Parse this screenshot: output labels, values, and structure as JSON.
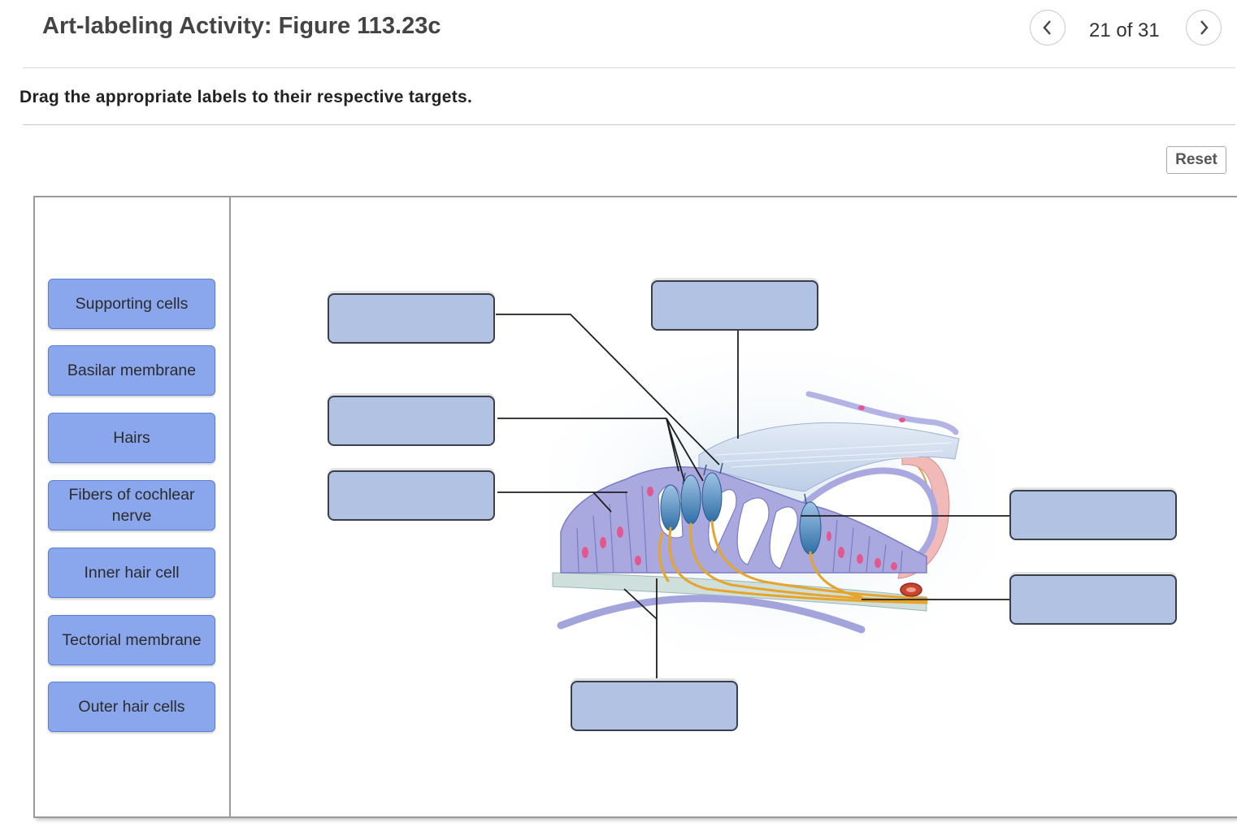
{
  "header": {
    "title": "Art-labeling Activity: Figure 113.23c",
    "counter": "21 of 31",
    "prev_icon": "chevron-left-icon",
    "next_icon": "chevron-right-icon"
  },
  "instructions": "Drag the appropriate labels to their respective targets.",
  "reset_label": "Reset",
  "labels": [
    "Supporting cells",
    "Basilar membrane",
    "Hairs",
    "Fibers of cochlear nerve",
    "Inner hair cell",
    "Tectorial membrane",
    "Outer hair cells"
  ],
  "colors": {
    "label_fill": "#8aa6ec",
    "target_fill": "#b2c2e3",
    "cell_fill": "#a9a9e0",
    "hair_cell_fill": "#3f7fb6",
    "nerve": "#e6a52a",
    "nucleus": "#e2578f"
  }
}
